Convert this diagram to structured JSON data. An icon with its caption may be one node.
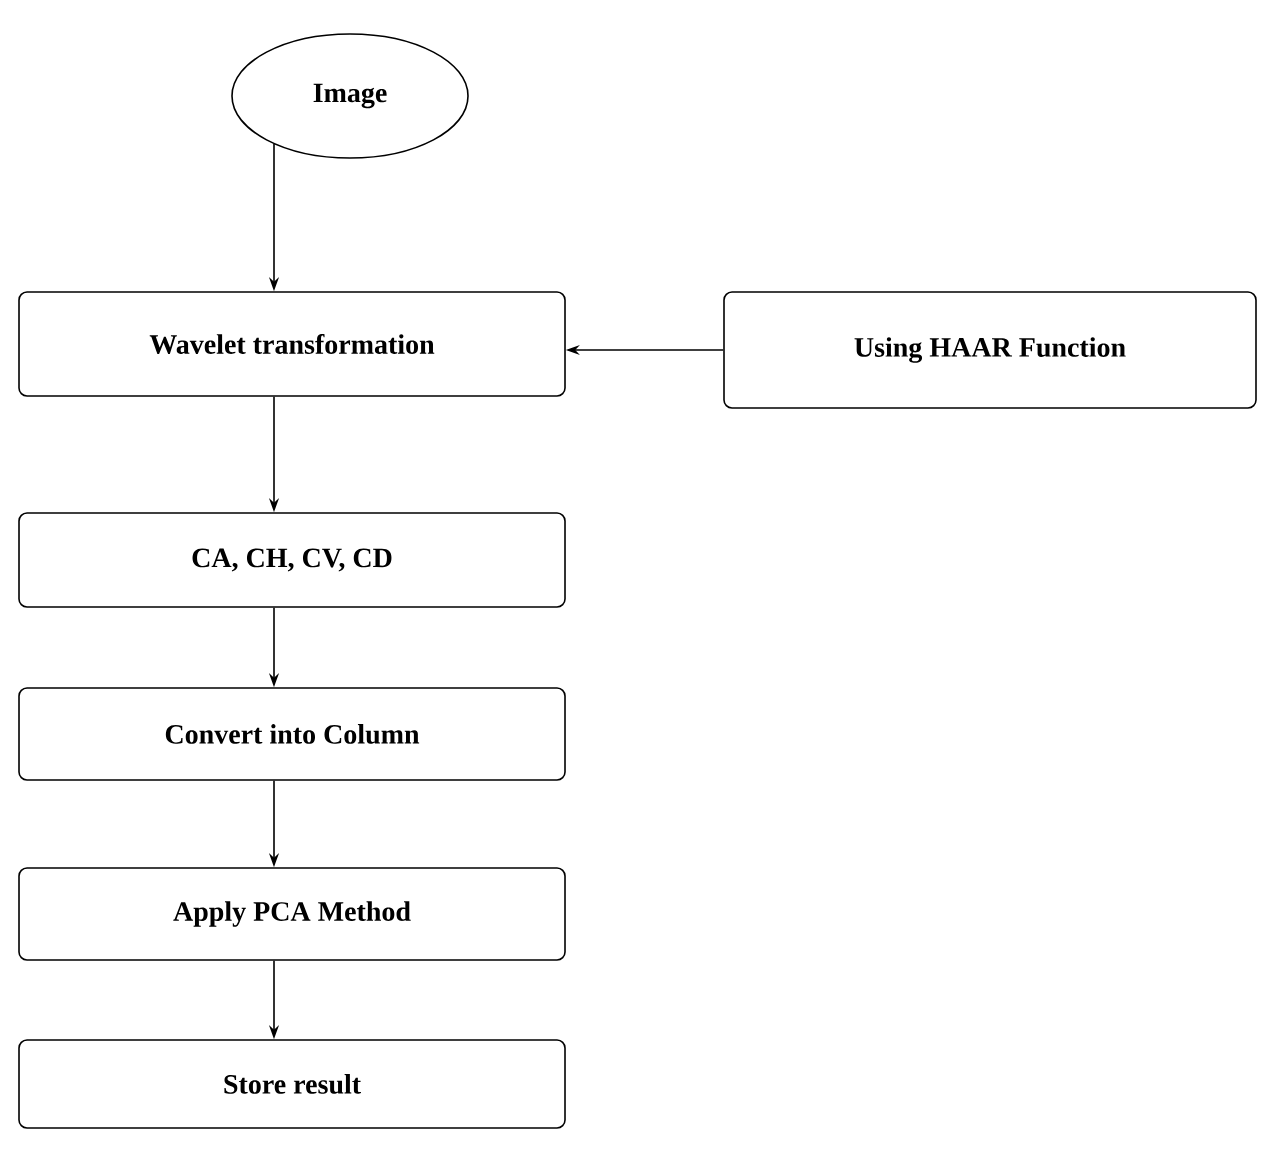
{
  "diagram": {
    "nodes": [
      {
        "text": [
          "Image"
        ]
      },
      {
        "text": [
          "Wavelet transformation"
        ]
      },
      {
        "text": [
          "Using HAAR Function"
        ]
      },
      {
        "text": [
          "CA, CH, CV, CD"
        ]
      },
      {
        "text": [
          "Convert into Column"
        ]
      },
      {
        "text": [
          "Apply PCA Method"
        ]
      },
      {
        "text": [
          "Store result"
        ]
      }
    ],
    "edges": [
      {
        "from": 0,
        "to": 1,
        "arrow": "to"
      },
      {
        "from": 2,
        "to": 1,
        "arrow": "to"
      },
      {
        "from": 1,
        "to": 3,
        "arrow": "to"
      },
      {
        "from": 3,
        "to": 4,
        "arrow": "to"
      },
      {
        "from": 4,
        "to": 5,
        "arrow": "to"
      },
      {
        "from": 5,
        "to": 6,
        "arrow": "to"
      }
    ]
  }
}
